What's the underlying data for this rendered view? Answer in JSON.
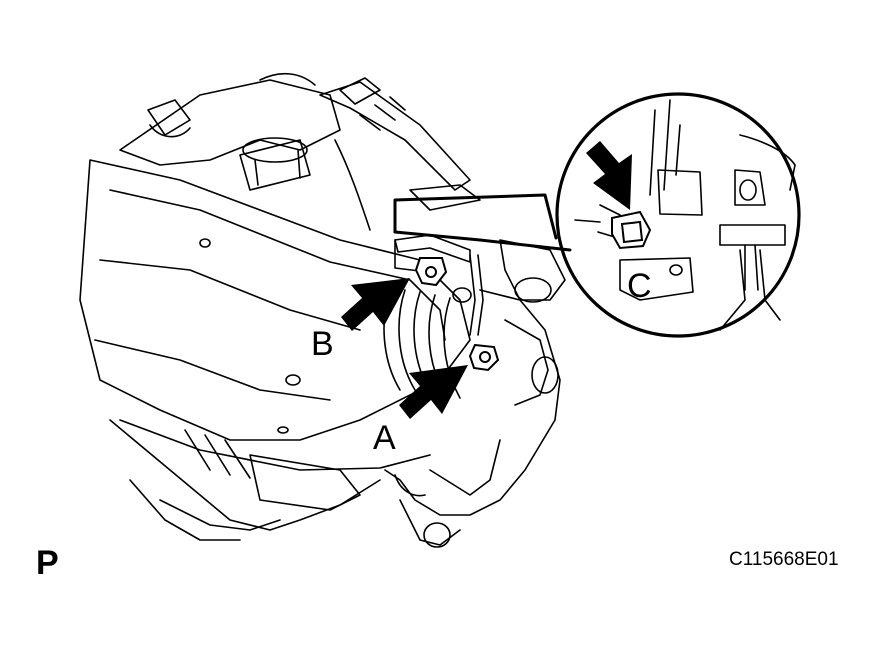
{
  "labels": {
    "a": "A",
    "b": "B",
    "c": "C",
    "view": "P",
    "figure_code": "C115668E01"
  },
  "colors": {
    "line": "#000000",
    "background": "#ffffff"
  }
}
